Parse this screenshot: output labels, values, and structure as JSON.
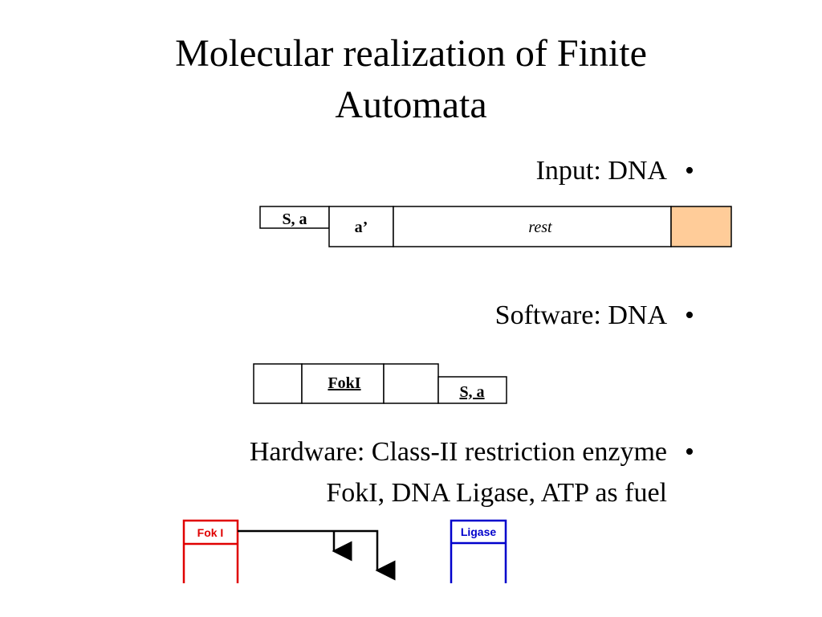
{
  "title": {
    "line1": "Molecular realization of Finite",
    "line2": "Automata"
  },
  "bullets": [
    {
      "text": "Input: DNA",
      "marker": "•"
    },
    {
      "text": "Software: DNA",
      "marker": "•"
    },
    {
      "line1": "Hardware: Class-II restriction enzyme",
      "line2": "FokI, DNA Ligase, ATP as fuel",
      "marker": "•"
    }
  ],
  "input_strand": {
    "overhang_label": "S, a",
    "symbol_label": "a’",
    "rest_label": "rest",
    "end_color": "#FFCC99"
  },
  "software_strand": {
    "fokI_label": "FokI",
    "overhang_label": "S, a"
  },
  "enzymes": {
    "fokI_label": "Fok I",
    "fokI_color": "#E00000",
    "ligase_label": "Ligase",
    "ligase_color": "#0000CC"
  }
}
